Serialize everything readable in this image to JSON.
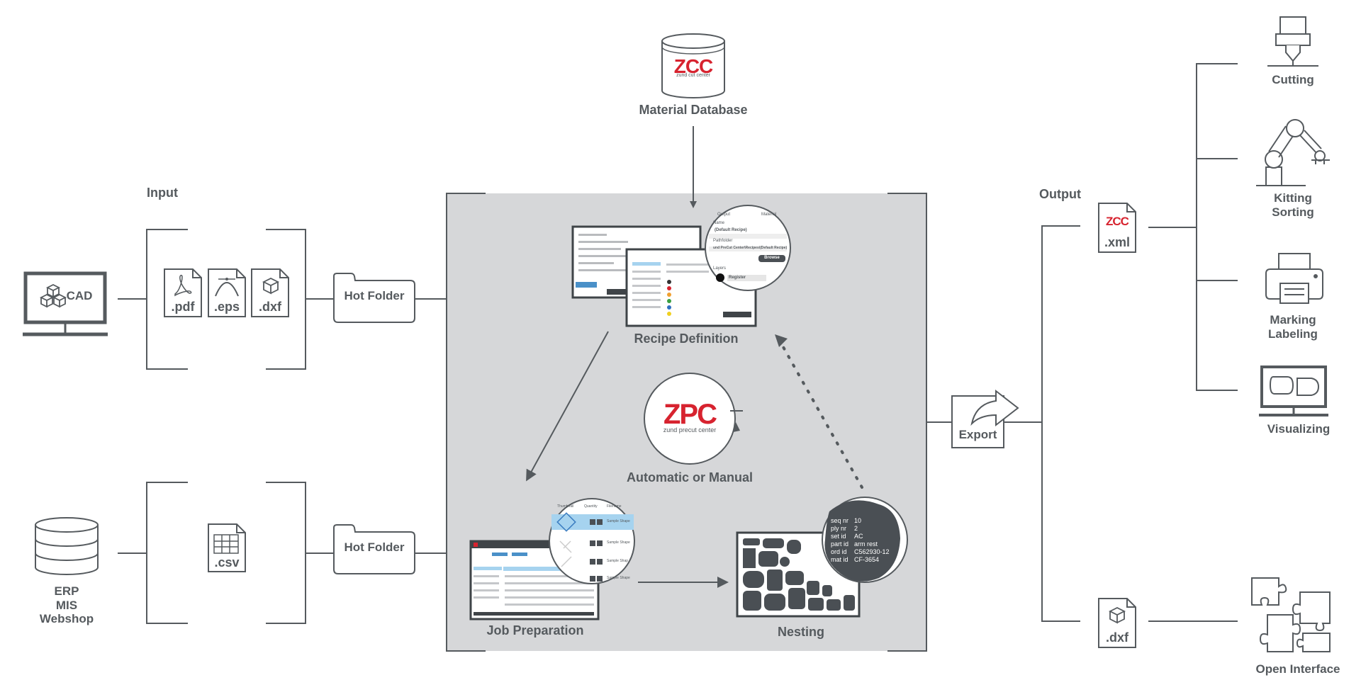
{
  "input": {
    "heading": "Input",
    "cad_label": "CAD",
    "file_types": [
      ".pdf",
      ".eps",
      ".dxf"
    ],
    "csv_label": ".csv",
    "erp_lines": [
      "ERP",
      "MIS",
      "Webshop"
    ],
    "hot_folder_1": "Hot Folder",
    "hot_folder_2": "Hot Folder"
  },
  "center": {
    "material_database": "Material Database",
    "zcc_logo_text": "ZCC",
    "zcc_tagline": "zund cut center",
    "recipe_definition": "Recipe Definition",
    "zpc_logo_text": "ZPC",
    "zpc_tagline": "zund precut center",
    "automatic_or_manual": "Automatic or Manual",
    "job_preparation": "Job Preparation",
    "nesting": "Nesting",
    "nesting_details": [
      {
        "key": "seq nr",
        "value": "10"
      },
      {
        "key": "ply nr",
        "value": "2"
      },
      {
        "key": "set id",
        "value": "AC"
      },
      {
        "key": "part id",
        "value": "arm rest"
      },
      {
        "key": "ord id",
        "value": "C562930-12"
      },
      {
        "key": "mat id",
        "value": "CF-3654"
      }
    ],
    "recipe_zoom": {
      "tab_output": "Output",
      "tab_material": "Material",
      "name_label": "Name",
      "name_value": "(Default Recipe)",
      "path_label": "Pathfolder",
      "path_value": "und PreCut Center\\Recipes\\(Default Recipe)",
      "browse": "Browse",
      "layers_label": "Layers",
      "layer_name": "Register"
    },
    "job_zoom": {
      "col_thumbnail": "Thumbnail",
      "col_quantity": "Quantity",
      "col_filename": "Filename",
      "rows": [
        "Sample Shape",
        "Sample Shape",
        "Sample Shap",
        "Sample Shape"
      ]
    }
  },
  "output": {
    "heading": "Output",
    "export_label": "Export",
    "xml_label": ".xml",
    "dxf_label": ".dxf",
    "targets": [
      "Cutting",
      "Kitting\nSorting",
      "Marking\nLabeling",
      "Visualizing"
    ],
    "cutting": "Cutting",
    "kitting": [
      "Kitting",
      "Sorting"
    ],
    "marking": [
      "Marking",
      "Labeling"
    ],
    "visualizing": "Visualizing",
    "open_interface": "Open Interface"
  },
  "colors": {
    "line": "#555a5e",
    "panel": "#d6d7d9",
    "brand_red": "#d7232f",
    "dark": "#4a4f54"
  }
}
